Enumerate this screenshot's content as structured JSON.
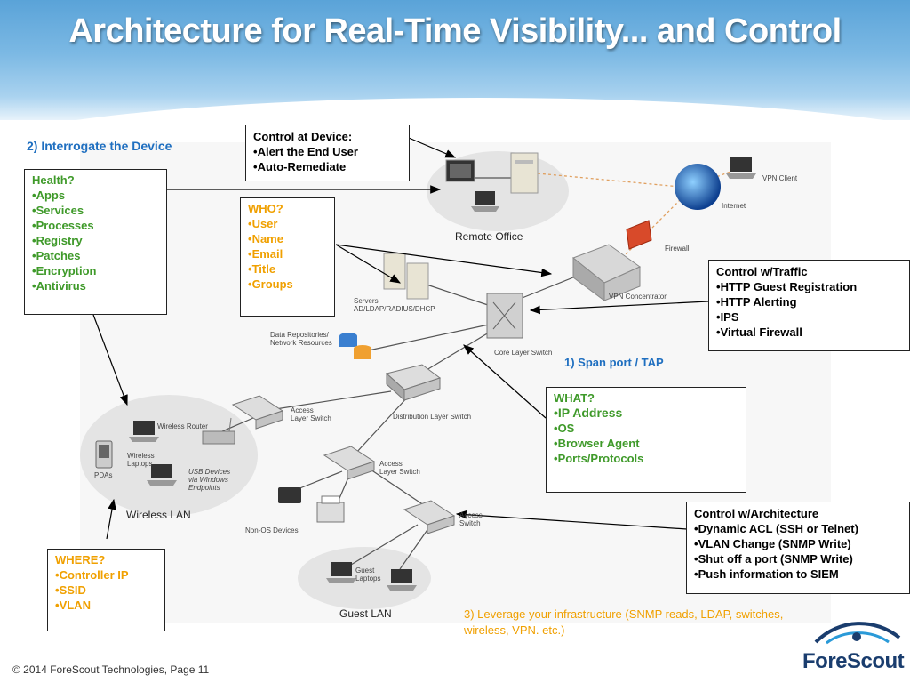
{
  "title": "Architecture for Real-Time Visibility... and Control",
  "step2": "2) Interrogate the Device",
  "step1": "1)   Span port / TAP",
  "step3": "3) Leverage your infrastructure (SNMP reads, LDAP, switches, wireless, VPN. etc.)",
  "boxes": {
    "health": {
      "header": "Health?",
      "items": [
        "Apps",
        "Services",
        "Processes",
        "Registry",
        "Patches",
        "Encryption",
        "Antivirus"
      ]
    },
    "control_device": {
      "header": "Control at Device:",
      "items": [
        "Alert the End User",
        "Auto-Remediate"
      ]
    },
    "who": {
      "header": "WHO?",
      "items": [
        "User",
        "Name",
        "Email",
        "Title",
        "Groups"
      ]
    },
    "control_traffic": {
      "header": "Control w/Traffic",
      "items": [
        "HTTP Guest Registration",
        "HTTP Alerting",
        "IPS",
        "Virtual Firewall"
      ]
    },
    "what": {
      "header": "WHAT?",
      "items": [
        "IP Address",
        "OS",
        "Browser Agent",
        "Ports/Protocols"
      ]
    },
    "control_arch": {
      "header": "Control w/Architecture",
      "items": [
        "Dynamic ACL (SSH or Telnet)",
        "VLAN Change (SNMP Write)",
        "Shut off a port (SNMP Write)",
        "Push information to SIEM"
      ]
    },
    "where": {
      "header": "WHERE?",
      "items": [
        "Controller IP",
        "SSID",
        "VLAN"
      ]
    }
  },
  "diagram_labels": {
    "remote_office": "Remote Office",
    "firewall": "Firewall",
    "vpn_client": "VPN Client",
    "internet": "Internet",
    "vpn_concentrator": "VPN Concentrator",
    "servers": "Servers\nAD/LDAP/RADIUS/DHCP",
    "data_repos": "Data Repositories/\nNetwork Resources",
    "core_switch": "Core Layer Switch",
    "distribution_switch": "Distribution Layer Switch",
    "access_switch_1": "Access\nLayer Switch",
    "access_switch_2": "Access\nLayer Switch",
    "access_switch_3": "Access\nSwitch",
    "wireless_router": "Wireless Router",
    "wireless_laptops": "Wireless\nLaptops",
    "usb_devices": "USB Devices\nvia Windows\nEndpoints",
    "pdas": "PDAs",
    "wireless_lan": "Wireless LAN",
    "non_os_devices": "Non-OS Devices",
    "guest_laptops": "Guest\nLaptops",
    "guest_lan": "Guest LAN"
  },
  "footer": "© 2014 ForeScout Technologies, Page 11",
  "logo": "ForeScout",
  "colors": {
    "blue": "#1f6fc0",
    "orange": "#f0a000",
    "green": "#3f9a2a",
    "banner": "#5aa3d8"
  }
}
